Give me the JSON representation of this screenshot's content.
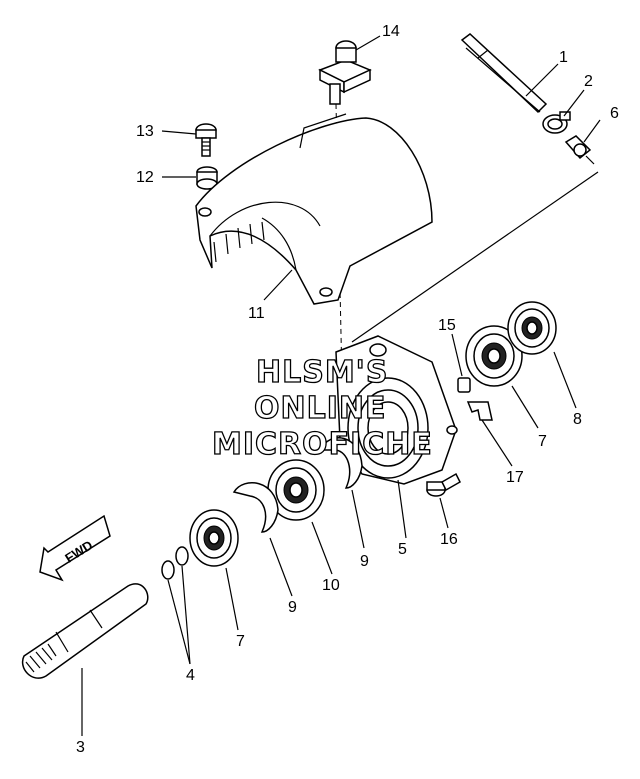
{
  "callouts": [
    {
      "id": "1",
      "text": "1"
    },
    {
      "id": "2",
      "text": "2"
    },
    {
      "id": "3",
      "text": "3"
    },
    {
      "id": "4",
      "text": "4"
    },
    {
      "id": "5",
      "text": "5"
    },
    {
      "id": "6",
      "text": "6"
    },
    {
      "id": "7a",
      "text": "7"
    },
    {
      "id": "7b",
      "text": "7"
    },
    {
      "id": "8",
      "text": "8"
    },
    {
      "id": "9a",
      "text": "9"
    },
    {
      "id": "9b",
      "text": "9"
    },
    {
      "id": "10",
      "text": "10"
    },
    {
      "id": "11",
      "text": "11"
    },
    {
      "id": "12",
      "text": "12"
    },
    {
      "id": "13",
      "text": "13"
    },
    {
      "id": "14",
      "text": "14"
    },
    {
      "id": "15",
      "text": "15"
    },
    {
      "id": "16",
      "text": "16"
    },
    {
      "id": "17",
      "text": "17"
    }
  ],
  "fwd_label": "FWD",
  "watermark": [
    "HLSM'S",
    "ONLINE",
    "MICROFICHE"
  ]
}
